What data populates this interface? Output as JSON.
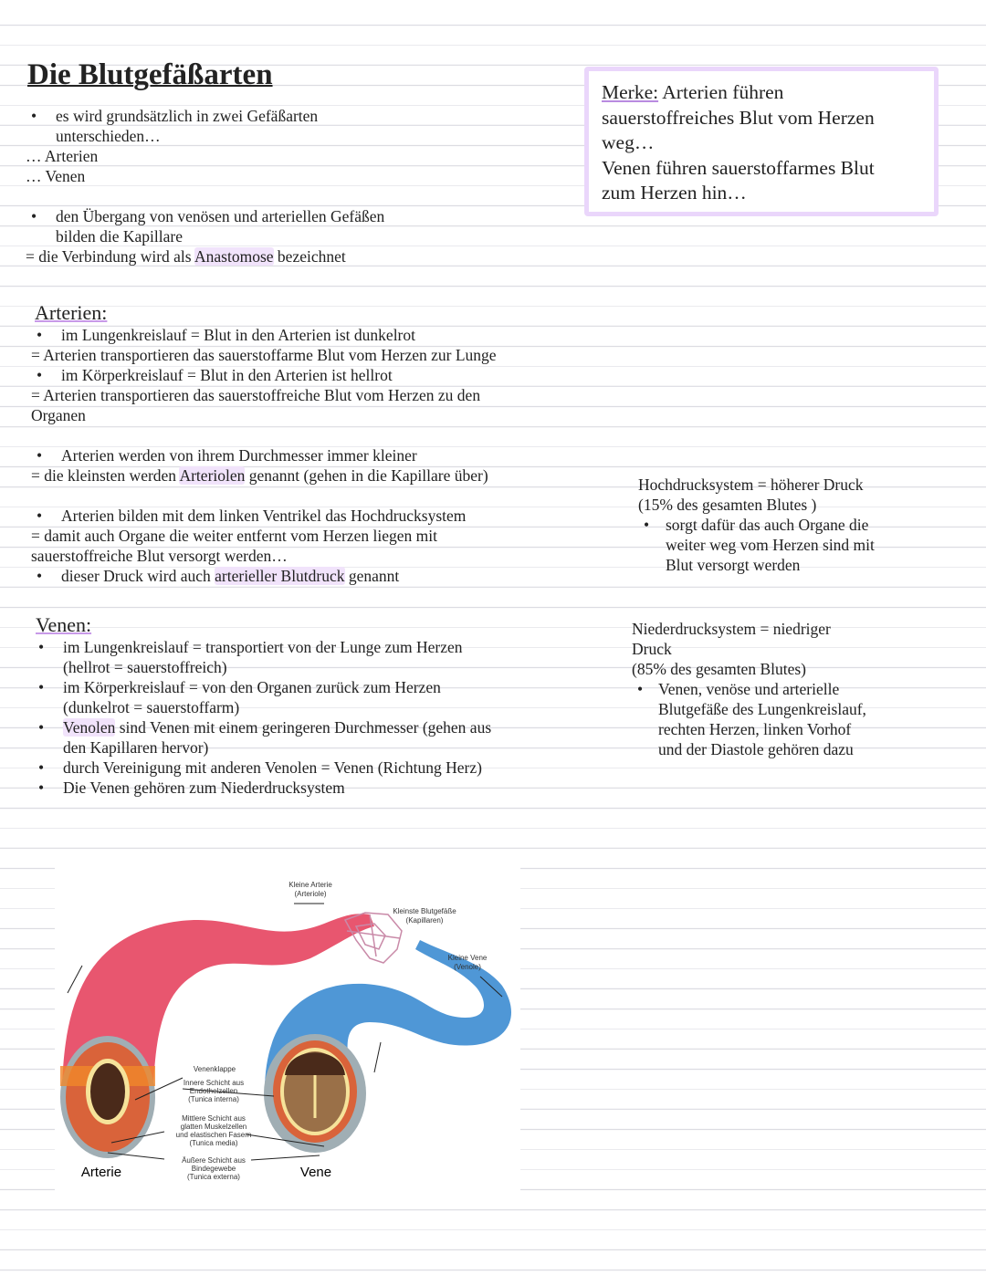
{
  "title": "Die Blutgefäßarten",
  "intro": {
    "b1": [
      "es wird grundsätzlich in zwei Gefäßarten",
      "unterschieden…"
    ],
    "types": [
      "… Arterien",
      "… Venen"
    ],
    "b2": [
      "den Übergang von venösen und arteriellen Gefäßen",
      "bilden die Kapillare"
    ],
    "eq_pre": "= die Verbindung wird als ",
    "eq_hl": "Anastomose",
    "eq_post": " bezeichnet"
  },
  "merke": {
    "label": "Merke:",
    "lines": [
      " Arterien führen",
      "sauerstoffreiches Blut vom Herzen",
      "weg…",
      "Venen führen sauerstoffarmes Blut",
      "zum Herzen hin…"
    ]
  },
  "arterien": {
    "heading": "Arterien:",
    "l1": "im Lungenkreislauf = Blut in den Arterien ist dunkelrot",
    "l2": "= Arterien transportieren das sauerstoffarme Blut vom Herzen zur Lunge",
    "l3": "im Körperkreislauf = Blut in den Arterien ist hellrot",
    "l4": "=  Arterien transportieren das sauerstoffreiche Blut vom Herzen zu den",
    "l5": "Organen",
    "l6": "Arterien werden von ihrem Durchmesser immer kleiner",
    "l7_pre": "= die kleinsten werden ",
    "l7_hl": "Arteriolen",
    "l7_post": " genannt (gehen in die Kapillare über)",
    "l8": "Arterien bilden mit dem linken Ventrikel das Hochdrucksystem",
    "l9": "= damit auch Organe die weiter entfernt vom Herzen liegen mit",
    "l10": "sauerstoffreiche Blut versorgt werden…",
    "l11_pre": "dieser Druck wird auch ",
    "l11_hl": "arterieller Blutdruck",
    "l11_post": " genannt"
  },
  "hochdruck": {
    "lines": [
      "Hochdrucksystem = höherer Druck",
      "(15% des gesamten Blutes )"
    ],
    "bullet": [
      "sorgt dafür das auch Organe die",
      "weiter weg vom Herzen sind mit",
      "Blut versorgt werden"
    ]
  },
  "venen": {
    "heading": "Venen:",
    "l1": [
      "im Lungenkreislauf = transportiert von der Lunge zum Herzen",
      "(hellrot = sauerstoffreich)"
    ],
    "l2": [
      "im Körperkreislauf = von den Organen zurück zum Herzen",
      "(dunkelrot = sauerstoffarm)"
    ],
    "l3_hl": "Venolen",
    "l3_post": " sind Venen mit einem geringeren Durchmesser (gehen aus",
    "l3b": "den Kapillaren hervor)",
    "l4": "durch Vereinigung mit anderen Venolen = Venen (Richtung Herz)",
    "l5": "Die Venen gehören zum Niederdrucksystem"
  },
  "niederdruck": {
    "lines": [
      "Niederdrucksystem = niedriger",
      "Druck",
      "(85% des gesamten Blutes)"
    ],
    "bullet": [
      "Venen, venöse und arterielle",
      "Blutgefäße des Lungenkreislauf,",
      "rechten Herzen, linken Vorhof",
      "und der Diastole gehören dazu"
    ]
  },
  "diagram": {
    "arteriole": [
      "Kleine Arterie",
      "(Arteriole)"
    ],
    "kapillaren": [
      "Kleinste Blutgefäße",
      "(Kapillaren)"
    ],
    "venole": [
      "Kleine Vene",
      "(Venole)"
    ],
    "venenklappe": "Venenklappe",
    "interna": [
      "Innere Schicht aus",
      "Endothelzellen",
      "(Tunica interna)"
    ],
    "media": [
      "Mittlere Schicht aus",
      "glatten Muskelzellen",
      "und elastischen Fasern",
      "(Tunica media)"
    ],
    "externa": [
      "Äußere Schicht aus",
      "Bindegewebe",
      "(Tunica externa)"
    ],
    "arterie": "Arterie",
    "vene": "Vene",
    "colors": {
      "artery": "#e8566f",
      "vein": "#4f97d6",
      "media": "#d9633a",
      "lumen": "#4a2a1a"
    }
  }
}
